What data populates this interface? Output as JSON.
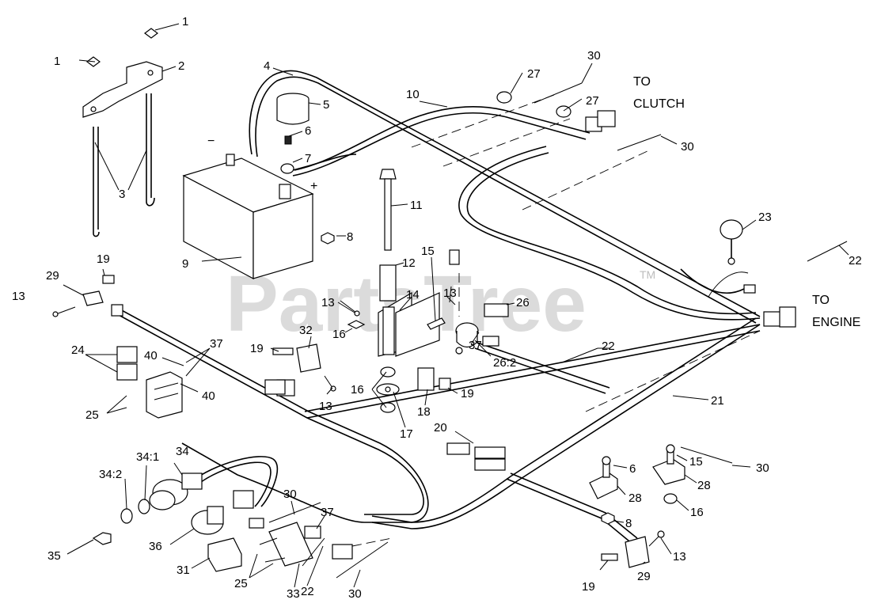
{
  "watermark": {
    "text": "PartsTree",
    "trademark": "TM"
  },
  "labels": {
    "battery_neg": "−",
    "battery_pos": "+",
    "to_clutch_1": "TO",
    "to_clutch_2": "CLUTCH",
    "to_engine_1": "TO",
    "to_engine_2": "ENGINE"
  },
  "callouts": [
    "1",
    "1",
    "2",
    "3",
    "4",
    "5",
    "6",
    "7",
    "8",
    "9",
    "10",
    "11",
    "12",
    "13",
    "14",
    "15",
    "13",
    "26",
    "27",
    "27",
    "30",
    "30",
    "23",
    "22",
    "29",
    "19",
    "13",
    "24",
    "40",
    "37",
    "40",
    "25",
    "32",
    "19",
    "13",
    "16",
    "16",
    "17",
    "18",
    "19",
    "37",
    "26:2",
    "22",
    "21",
    "20",
    "6",
    "15",
    "28",
    "28",
    "30",
    "16",
    "8",
    "13",
    "29",
    "19",
    "34",
    "34:1",
    "34:2",
    "35",
    "36",
    "31",
    "30",
    "37",
    "25",
    "33",
    "22",
    "30"
  ]
}
